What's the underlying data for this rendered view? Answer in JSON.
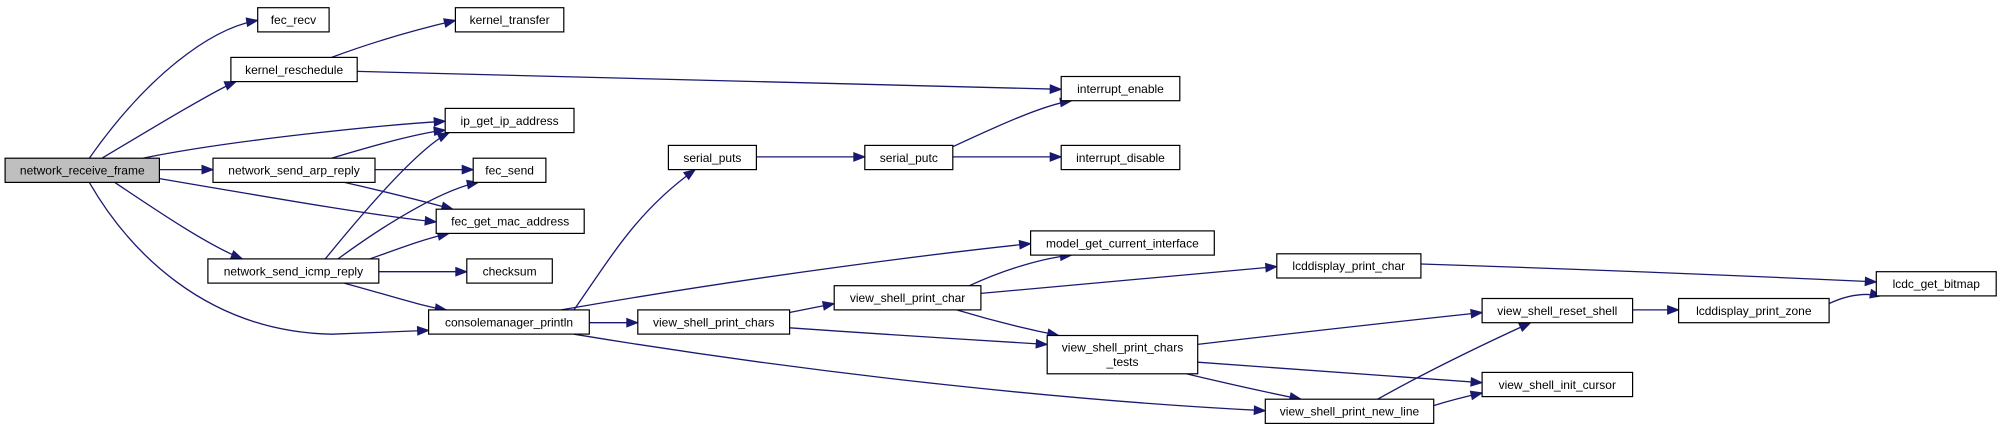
{
  "colors": {
    "edge": "#191970",
    "node_fill": "#ffffff",
    "root_fill": "#bfbfbf",
    "border": "#000000"
  },
  "nodes": [
    {
      "id": "network_receive_frame",
      "lines": [
        "network_receive_frame"
      ],
      "root": true
    },
    {
      "id": "fec_recv",
      "lines": [
        "fec_recv"
      ]
    },
    {
      "id": "kernel_reschedule",
      "lines": [
        "kernel_reschedule"
      ]
    },
    {
      "id": "kernel_transfer",
      "lines": [
        "kernel_transfer"
      ]
    },
    {
      "id": "ip_get_ip_address",
      "lines": [
        "ip_get_ip_address"
      ]
    },
    {
      "id": "network_send_arp_reply",
      "lines": [
        "network_send_arp_reply"
      ]
    },
    {
      "id": "fec_send",
      "lines": [
        "fec_send"
      ]
    },
    {
      "id": "fec_get_mac_address",
      "lines": [
        "fec_get_mac_address"
      ]
    },
    {
      "id": "network_send_icmp_reply",
      "lines": [
        "network_send_icmp_reply"
      ]
    },
    {
      "id": "checksum",
      "lines": [
        "checksum"
      ]
    },
    {
      "id": "consolemanager_println",
      "lines": [
        "consolemanager_println"
      ]
    },
    {
      "id": "serial_puts",
      "lines": [
        "serial_puts"
      ]
    },
    {
      "id": "serial_putc",
      "lines": [
        "serial_putc"
      ]
    },
    {
      "id": "interrupt_enable",
      "lines": [
        "interrupt_enable"
      ]
    },
    {
      "id": "interrupt_disable",
      "lines": [
        "interrupt_disable"
      ]
    },
    {
      "id": "model_get_current_interface",
      "lines": [
        "model_get_current_interface"
      ]
    },
    {
      "id": "view_shell_print_chars",
      "lines": [
        "view_shell_print_chars"
      ]
    },
    {
      "id": "view_shell_print_char",
      "lines": [
        "view_shell_print_char"
      ]
    },
    {
      "id": "lcddisplay_print_char",
      "lines": [
        "lcddisplay_print_char"
      ]
    },
    {
      "id": "view_shell_print_chars_tests",
      "lines": [
        "view_shell_print_chars",
        "_tests"
      ]
    },
    {
      "id": "view_shell_print_new_line",
      "lines": [
        "view_shell_print_new_line"
      ]
    },
    {
      "id": "view_shell_reset_shell",
      "lines": [
        "view_shell_reset_shell"
      ]
    },
    {
      "id": "view_shell_init_cursor",
      "lines": [
        "view_shell_init_cursor"
      ]
    },
    {
      "id": "lcddisplay_print_zone",
      "lines": [
        "lcddisplay_print_zone"
      ]
    },
    {
      "id": "lcdc_get_bitmap",
      "lines": [
        "lcdc_get_bitmap"
      ]
    }
  ],
  "edges": [
    {
      "from": "network_receive_frame",
      "to": "fec_recv"
    },
    {
      "from": "network_receive_frame",
      "to": "kernel_reschedule"
    },
    {
      "from": "network_receive_frame",
      "to": "ip_get_ip_address"
    },
    {
      "from": "network_receive_frame",
      "to": "network_send_arp_reply"
    },
    {
      "from": "network_receive_frame",
      "to": "fec_get_mac_address"
    },
    {
      "from": "network_receive_frame",
      "to": "network_send_icmp_reply"
    },
    {
      "from": "network_receive_frame",
      "to": "consolemanager_println"
    },
    {
      "from": "kernel_reschedule",
      "to": "kernel_transfer"
    },
    {
      "from": "kernel_reschedule",
      "to": "interrupt_enable"
    },
    {
      "from": "network_send_arp_reply",
      "to": "ip_get_ip_address"
    },
    {
      "from": "network_send_arp_reply",
      "to": "fec_send"
    },
    {
      "from": "network_send_arp_reply",
      "to": "fec_get_mac_address"
    },
    {
      "from": "network_send_icmp_reply",
      "to": "ip_get_ip_address"
    },
    {
      "from": "network_send_icmp_reply",
      "to": "fec_send"
    },
    {
      "from": "network_send_icmp_reply",
      "to": "fec_get_mac_address"
    },
    {
      "from": "network_send_icmp_reply",
      "to": "checksum"
    },
    {
      "from": "network_send_icmp_reply",
      "to": "consolemanager_println"
    },
    {
      "from": "consolemanager_println",
      "to": "serial_puts"
    },
    {
      "from": "consolemanager_println",
      "to": "model_get_current_interface"
    },
    {
      "from": "consolemanager_println",
      "to": "view_shell_print_chars"
    },
    {
      "from": "consolemanager_println",
      "to": "view_shell_print_new_line"
    },
    {
      "from": "serial_puts",
      "to": "serial_putc"
    },
    {
      "from": "serial_putc",
      "to": "interrupt_enable"
    },
    {
      "from": "serial_putc",
      "to": "interrupt_disable"
    },
    {
      "from": "view_shell_print_chars",
      "to": "view_shell_print_char"
    },
    {
      "from": "view_shell_print_chars",
      "to": "view_shell_print_chars_tests"
    },
    {
      "from": "view_shell_print_char",
      "to": "model_get_current_interface"
    },
    {
      "from": "view_shell_print_char",
      "to": "lcddisplay_print_char"
    },
    {
      "from": "view_shell_print_char",
      "to": "view_shell_print_chars_tests"
    },
    {
      "from": "lcddisplay_print_char",
      "to": "lcdc_get_bitmap"
    },
    {
      "from": "view_shell_print_chars_tests",
      "to": "view_shell_reset_shell"
    },
    {
      "from": "view_shell_print_chars_tests",
      "to": "view_shell_init_cursor"
    },
    {
      "from": "view_shell_print_chars_tests",
      "to": "view_shell_print_new_line"
    },
    {
      "from": "view_shell_print_new_line",
      "to": "view_shell_reset_shell"
    },
    {
      "from": "view_shell_print_new_line",
      "to": "view_shell_init_cursor"
    },
    {
      "from": "view_shell_reset_shell",
      "to": "lcddisplay_print_zone"
    },
    {
      "from": "lcddisplay_print_zone",
      "to": "lcdc_get_bitmap"
    }
  ]
}
